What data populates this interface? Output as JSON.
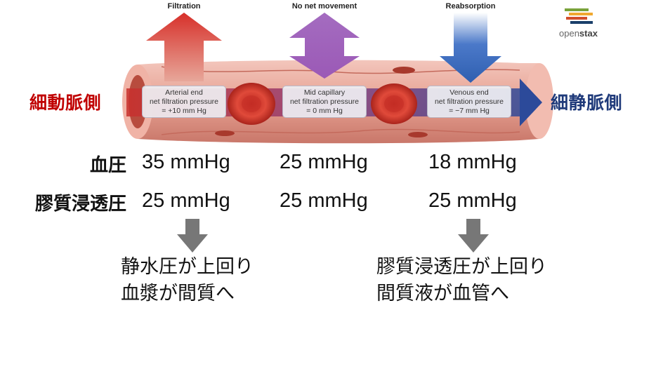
{
  "arrows": {
    "filtration": "Filtration",
    "no_net": "No net movement",
    "reabsorption": "Reabsorption"
  },
  "boxes": {
    "arterial": {
      "line1": "Arterial end",
      "line2": "net filtration pressure",
      "line3": "= +10 mm Hg"
    },
    "mid": {
      "line1": "Mid capillary",
      "line2": "net filtration pressure",
      "line3": "= 0 mm Hg"
    },
    "venous": {
      "line1": "Venous end",
      "line2": "net filtration pressure",
      "line3": "= −7 mm Hg"
    }
  },
  "side_labels": {
    "left": "細動脈側",
    "right": "細静脈側"
  },
  "rows": {
    "blood_pressure": {
      "label": "血圧",
      "values": [
        "35 mmHg",
        "25 mmHg",
        "18 mmHg"
      ]
    },
    "oncotic_pressure": {
      "label": "膠質浸透圧",
      "values": [
        "25 mmHg",
        "25 mmHg",
        "25 mmHg"
      ]
    }
  },
  "notes": {
    "left": {
      "line1": "静水圧が上回り",
      "line2": "血漿が間質へ"
    },
    "right": {
      "line1": "膠質浸透圧が上回り",
      "line2": "間質液が血管へ"
    }
  },
  "logo": {
    "brand_a": "open",
    "brand_b": "stax"
  },
  "colors": {
    "filtration_arrow": "#c9302c",
    "no_net_arrow": "#9b59b6",
    "reabsorption_arrow": "#2f5fb0",
    "arteriole_text": "#c00000",
    "venule_text": "#1f3a7a",
    "vessel_wall": "#e7a79a",
    "down_arrow": "#777777"
  }
}
